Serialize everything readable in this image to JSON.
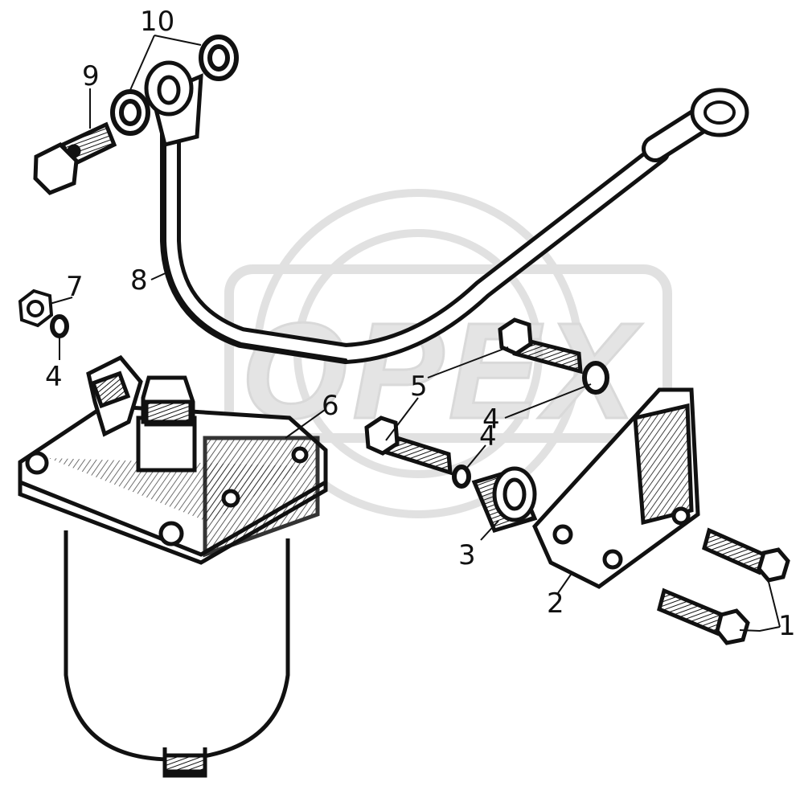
{
  "watermark": {
    "text": "OPEX",
    "color": "#d8d8d8"
  },
  "colors": {
    "ink": "#111111",
    "paper": "#ffffff"
  },
  "callouts": [
    {
      "id": "c10",
      "text": "10"
    },
    {
      "id": "c9",
      "text": "9"
    },
    {
      "id": "c8",
      "text": "8"
    },
    {
      "id": "c7",
      "text": "7"
    },
    {
      "id": "c4a",
      "text": "4"
    },
    {
      "id": "c6",
      "text": "6"
    },
    {
      "id": "c5",
      "text": "5"
    },
    {
      "id": "c4b",
      "text": "4"
    },
    {
      "id": "c4c",
      "text": "4"
    },
    {
      "id": "c3",
      "text": "3"
    },
    {
      "id": "c2",
      "text": "2"
    },
    {
      "id": "c1",
      "text": "1"
    }
  ]
}
